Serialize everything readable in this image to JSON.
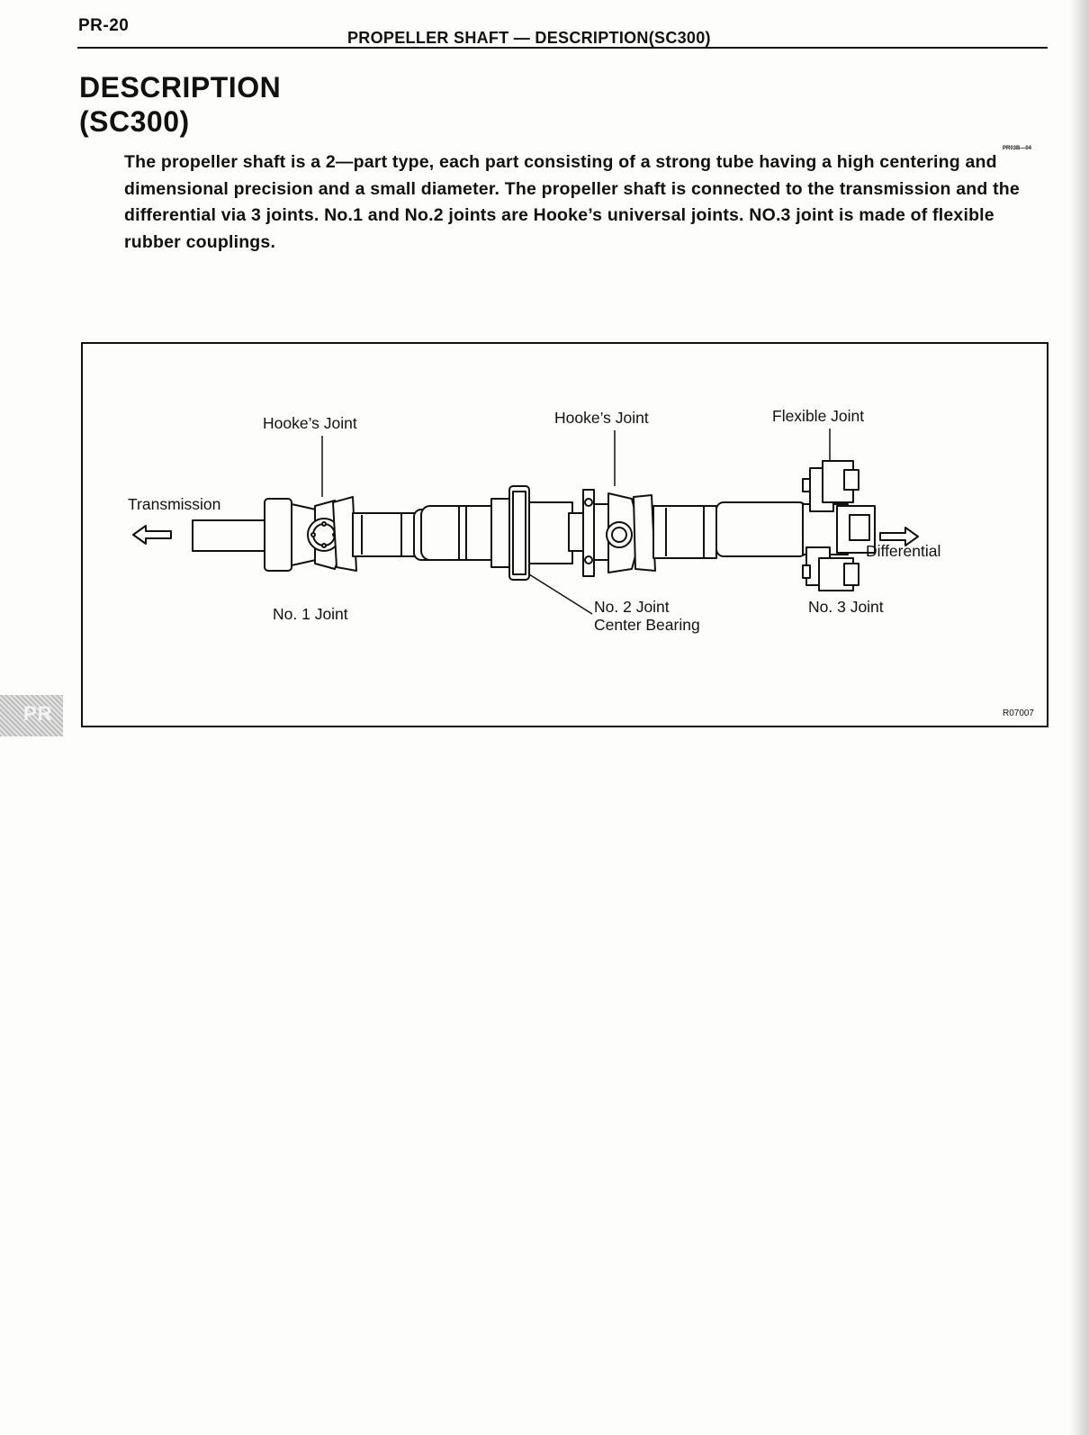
{
  "header": {
    "page_number": "PR-20",
    "title": "PROPELLER SHAFT — DESCRIPTION(SC300)"
  },
  "section": {
    "title_line1": "DESCRIPTION",
    "title_line2": "(SC300)",
    "doc_code": "PR03B—04"
  },
  "body": {
    "paragraph": "The propeller shaft is a 2—part type, each part consisting of a strong tube having a high centering and dimensional precision and a small diameter. The propeller shaft is connected to the transmission and the differential via 3 joints. No.1 and No.2 joints are Hooke’s universal joints. NO.3 joint is made of flexible rubber couplings."
  },
  "figure": {
    "labels": {
      "hookes_joint_1": "Hooke’s Joint",
      "hookes_joint_2": "Hooke’s Joint",
      "flexible_joint": "Flexible Joint",
      "transmission": "Transmission",
      "differential": "Differential",
      "no1_joint": "No. 1 Joint",
      "no2_joint": "No. 2 Joint",
      "center_bearing": "Center Bearing",
      "no3_joint": "No. 3 Joint"
    },
    "figure_id": "R07007"
  },
  "side_tab": "PR"
}
